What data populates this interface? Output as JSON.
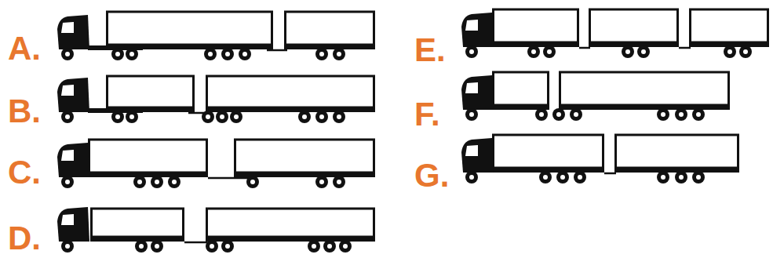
{
  "diagram": {
    "labels": [
      "A.",
      "B.",
      "C.",
      "D.",
      "E.",
      "F.",
      "G."
    ]
  }
}
